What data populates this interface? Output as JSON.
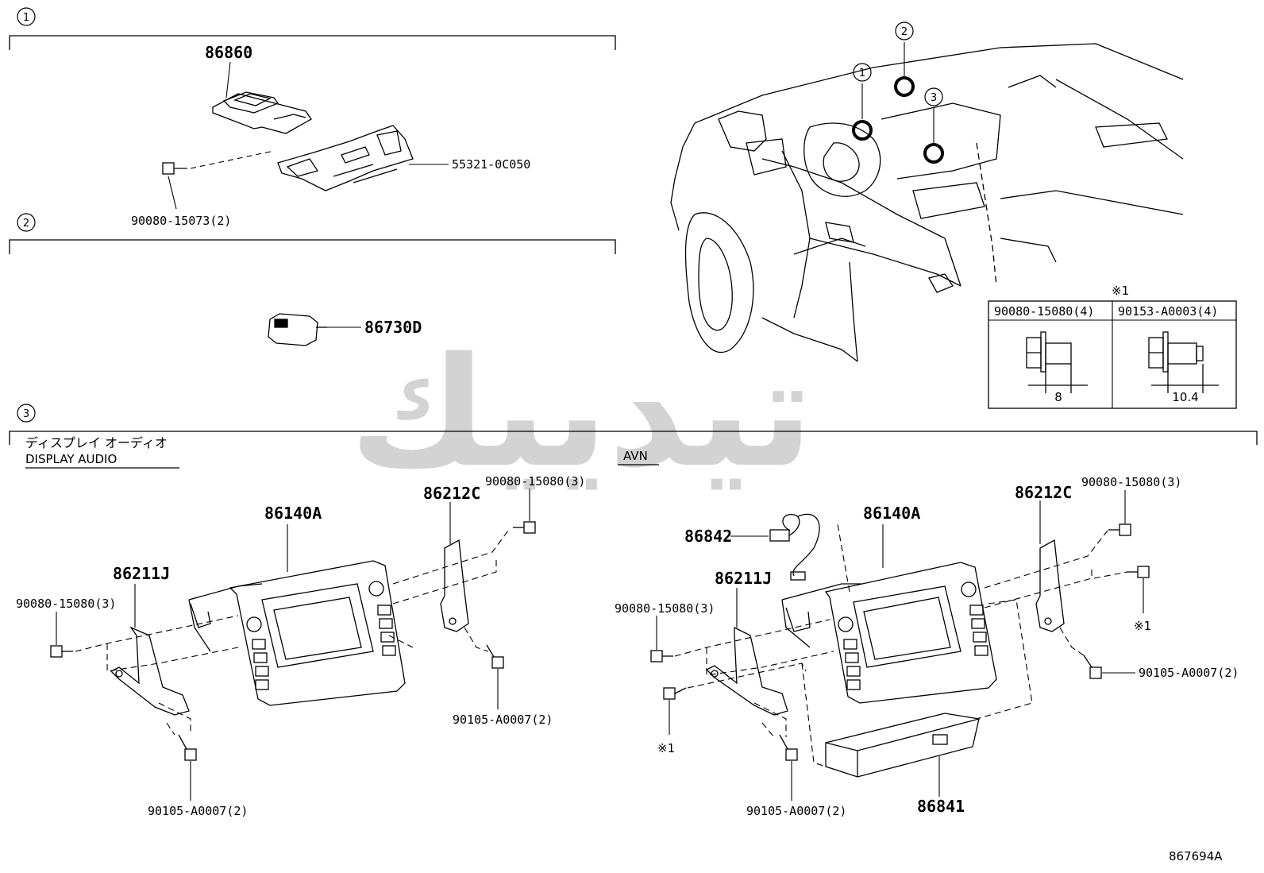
{
  "sections": [
    {
      "no": "1"
    },
    {
      "no": "2"
    },
    {
      "no": "3",
      "title_jp": "ディスプレイ オーディオ",
      "title_en": "DISPLAY AUDIO",
      "sub": "AVN"
    }
  ],
  "parts": {
    "s1_main": "86860",
    "s1_bracket": "55321-0C050",
    "s1_bolt": "90080-15073(2)",
    "s2_main": "86730D",
    "da_unit": "86140A",
    "da_bracket_l": "86211J",
    "da_bracket_r": "86212C",
    "da_bolt_l": "90080-15080(3)",
    "da_bolt_r": "90080-15080(3)",
    "da_screw_r": "90105-A0007(2)",
    "da_screw_b": "90105-A0007(2)",
    "avn_unit": "86140A",
    "avn_bracket_l": "86211J",
    "avn_bracket_r": "86212C",
    "avn_harness": "86842",
    "avn_module": "86841",
    "avn_bolt_l": "90080-15080(3)",
    "avn_bolt_r": "90080-15080(3)",
    "avn_screw_r": "90105-A0007(2)",
    "avn_screw_b": "90105-A0007(2)"
  },
  "note_mark": "※1",
  "legend": {
    "mark": "※1",
    "col1": {
      "part": "90080-15080(4)",
      "dim": "8"
    },
    "col2": {
      "part": "90153-A0003(4)",
      "dim": "10.4"
    }
  },
  "locator_markers": [
    "1",
    "2",
    "3"
  ],
  "watermark": "ﺗﻴﺪﻳﻴﻚ",
  "diagram_id": "867694A"
}
